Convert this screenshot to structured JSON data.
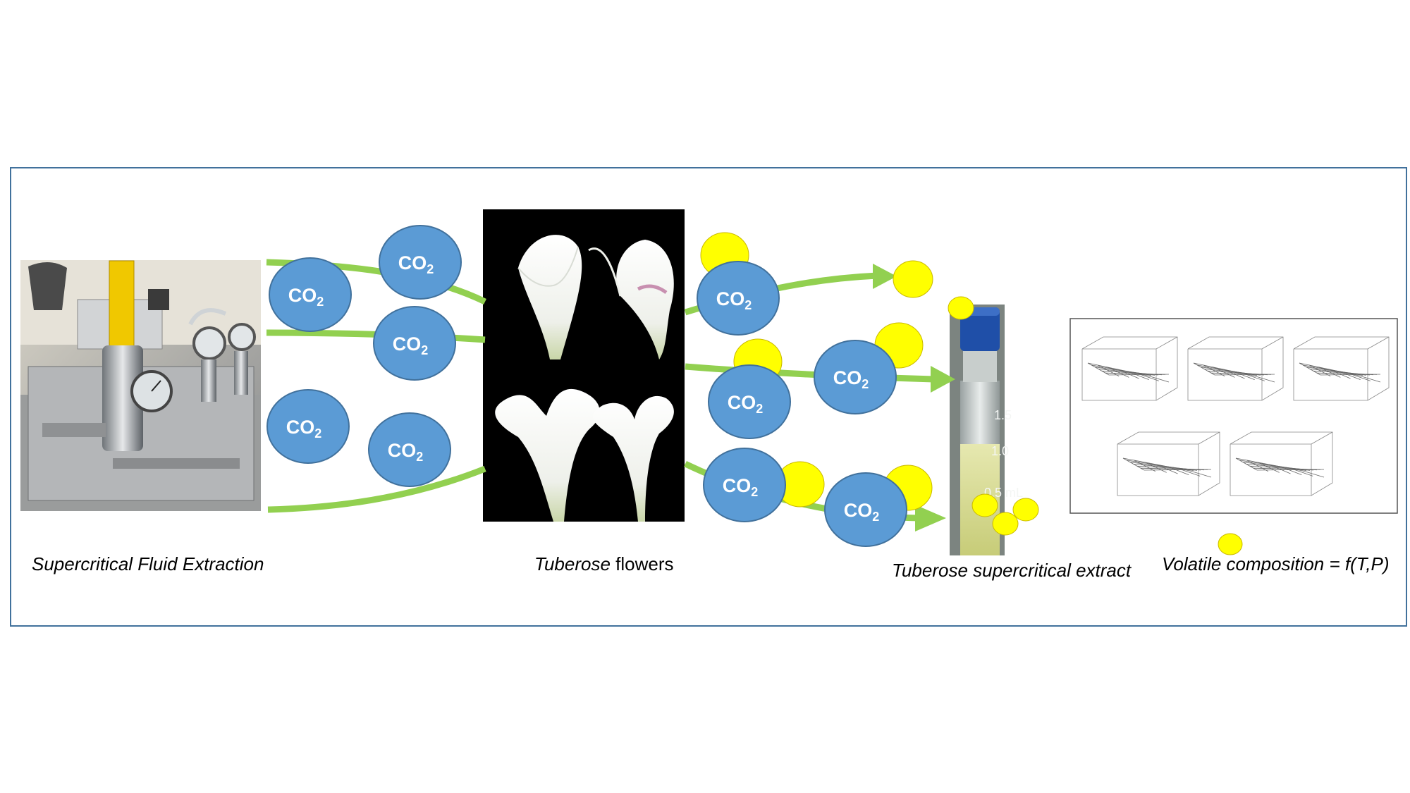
{
  "captions": {
    "sfe": "Supercritical Fluid Extraction",
    "flowers_italic": "Tuberose",
    "flowers_rest": " flowers",
    "extract": "Tuberose supercritical extract",
    "composition": "Volatile composition = f(T,P)"
  },
  "molecule": {
    "main": "CO",
    "sub": "2"
  },
  "vial": {
    "mark_top": "1.5",
    "mark_mid": "1.0",
    "mark_bottom": "0.5 mL"
  },
  "colors": {
    "frame": "#41719c",
    "co2_fill": "#5b9bd5",
    "co2_stroke": "#41719c",
    "arrow": "#92d050",
    "volatile": "#ffff00",
    "volatile_stroke": "#c9b800",
    "photo_bg": "#000000",
    "cap": "#1f4fa8"
  },
  "icons": [
    "sfe-equipment-photo",
    "tuberose-flowers-photo",
    "extract-vial-photo",
    "surface-plots-panel"
  ]
}
